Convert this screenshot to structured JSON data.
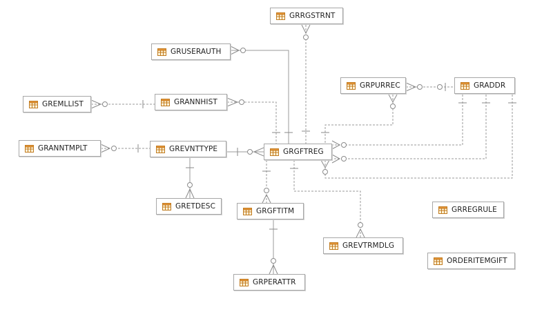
{
  "tables": [
    {
      "id": "GRRGSTRNT",
      "label": "GRRGSTRNT"
    },
    {
      "id": "GRUSERAUTH",
      "label": "GRUSERAUTH"
    },
    {
      "id": "GRPURREC",
      "label": "GRPURREC"
    },
    {
      "id": "GRADDR",
      "label": "GRADDR"
    },
    {
      "id": "GREMLLIST",
      "label": "GREMLLIST"
    },
    {
      "id": "GRANNHIST",
      "label": "GRANNHIST"
    },
    {
      "id": "GRANNTMPLT",
      "label": "GRANNTMPLT"
    },
    {
      "id": "GREVNTTYPE",
      "label": "GREVNTTYPE"
    },
    {
      "id": "GRGFTREG",
      "label": "GRGFTREG"
    },
    {
      "id": "GRETDESC",
      "label": "GRETDESC"
    },
    {
      "id": "GRGFTITM",
      "label": "GRGFTITM"
    },
    {
      "id": "GRREGRULE",
      "label": "GRREGRULE"
    },
    {
      "id": "GREVTRMDLG",
      "label": "GREVTRMDLG"
    },
    {
      "id": "ORDERITEMGIFT",
      "label": "ORDERITEMGIFT"
    },
    {
      "id": "GRPERATTR",
      "label": "GRPERATTR"
    }
  ],
  "relationships": [
    {
      "from": "GRRGSTRNT",
      "to": "GRGFTREG",
      "identifying": false
    },
    {
      "from": "GRUSERAUTH",
      "to": "GRGFTREG",
      "identifying": true
    },
    {
      "from": "GRANNHIST",
      "to": "GRGFTREG",
      "identifying": false
    },
    {
      "from": "GREMLLIST",
      "to": "GRANNHIST",
      "identifying": false
    },
    {
      "from": "GRANNTMPLT",
      "to": "GREVNTTYPE",
      "identifying": false
    },
    {
      "from": "GREVNTTYPE",
      "to": "GRGFTREG",
      "identifying": true
    },
    {
      "from": "GREVNTTYPE",
      "to": "GRETDESC",
      "identifying": true
    },
    {
      "from": "GRPURREC",
      "to": "GRADDR",
      "identifying": false
    },
    {
      "from": "GRPURREC",
      "to": "GRGFTREG",
      "identifying": false
    },
    {
      "from": "GRADDR",
      "to": "GRGFTREG",
      "identifying": false
    },
    {
      "from": "GRGFTREG",
      "to": "GRGFTITM",
      "identifying": false
    },
    {
      "from": "GRGFTREG",
      "to": "GREVTRMDLG",
      "identifying": false
    },
    {
      "from": "GRGFTITM",
      "to": "GRPERATTR",
      "identifying": true
    }
  ]
}
